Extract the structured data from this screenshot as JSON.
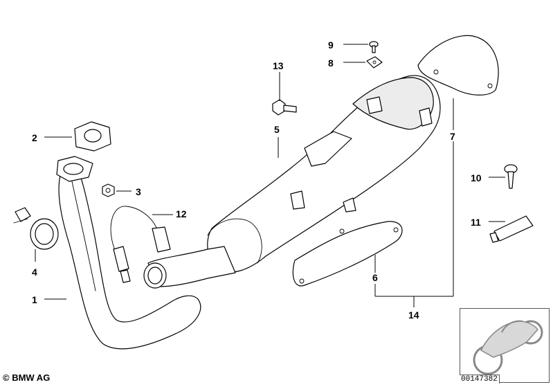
{
  "callouts": {
    "c1": "1",
    "c2": "2",
    "c3": "3",
    "c4": "4",
    "c5": "5",
    "c6": "6",
    "c7": "7",
    "c8": "8",
    "c9": "9",
    "c10": "10",
    "c11": "11",
    "c12": "12",
    "c13": "13",
    "c14": "14"
  },
  "footer": {
    "copyright": "© BMW AG",
    "drawing_number": "00147382"
  }
}
